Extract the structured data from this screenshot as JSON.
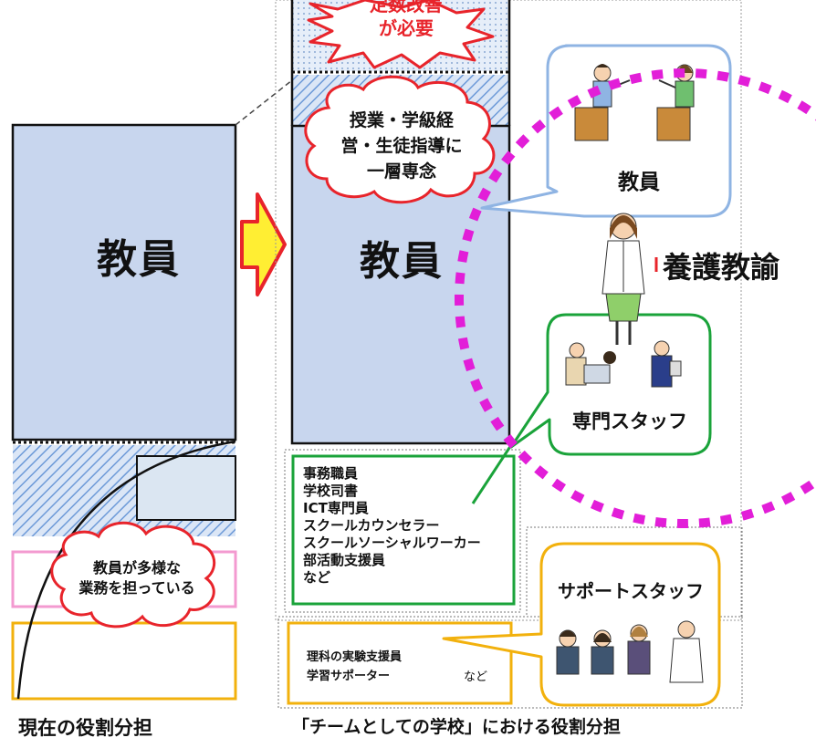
{
  "left": {
    "teacher_label": "教員",
    "cloud_lines": [
      "教員が多様な",
      "業務を担っている"
    ],
    "caption": "現在の役割分担"
  },
  "right": {
    "top_burst_lines": [
      "定数改善",
      "が必要"
    ],
    "focus_cloud_lines": [
      "授業・学級経",
      "営・生徒指導に",
      "一層専念"
    ],
    "teacher_label": "教員",
    "staff_list": [
      "事務職員",
      "学校司書",
      "ICT専門員",
      "スクールカウンセラー",
      "スクールソーシャルワーカー",
      "部活動支援員",
      "など"
    ],
    "support_list": [
      "理科の実験支援員",
      "学習サポーター"
    ],
    "support_list_etc": "など",
    "caption": "「チームとしての学校」における役割分担"
  },
  "bubbles": {
    "teachers": "教員",
    "specialists": "専門スタッフ",
    "support": "サポートスタッフ"
  },
  "yogo_label": "養護教諭",
  "colors": {
    "teacher_fill": "#c8d6ee",
    "hatch": "#5b8fd2",
    "bubble_blue": "#8fb4e3",
    "green": "#1aa33a",
    "orange": "#f2b10d",
    "pink": "#e24aa8",
    "magenta_dash": "#e21ed8",
    "red": "#e8242b",
    "arrow_yellow": "#ffee33"
  }
}
